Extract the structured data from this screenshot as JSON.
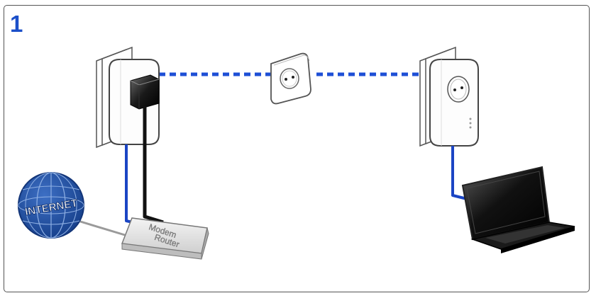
{
  "step_number": "1",
  "globe": {
    "label": "INTERNET"
  },
  "router": {
    "line1": "Modem",
    "line2": "Router"
  },
  "colors": {
    "powerline": "#1e4fd6",
    "lan_cable": "#1b45c4",
    "power_cable": "#111111",
    "globe_fill": "#1f4ea3",
    "step_number": "#1b4fc9",
    "frame_border": "#555555"
  },
  "icons": {
    "adapter_left": "powerline-adapter-with-plug",
    "wall_outlet": "wall-socket",
    "adapter_right": "powerline-adapter-with-socket",
    "laptop": "laptop",
    "globe": "internet-globe",
    "router": "modem-router"
  }
}
